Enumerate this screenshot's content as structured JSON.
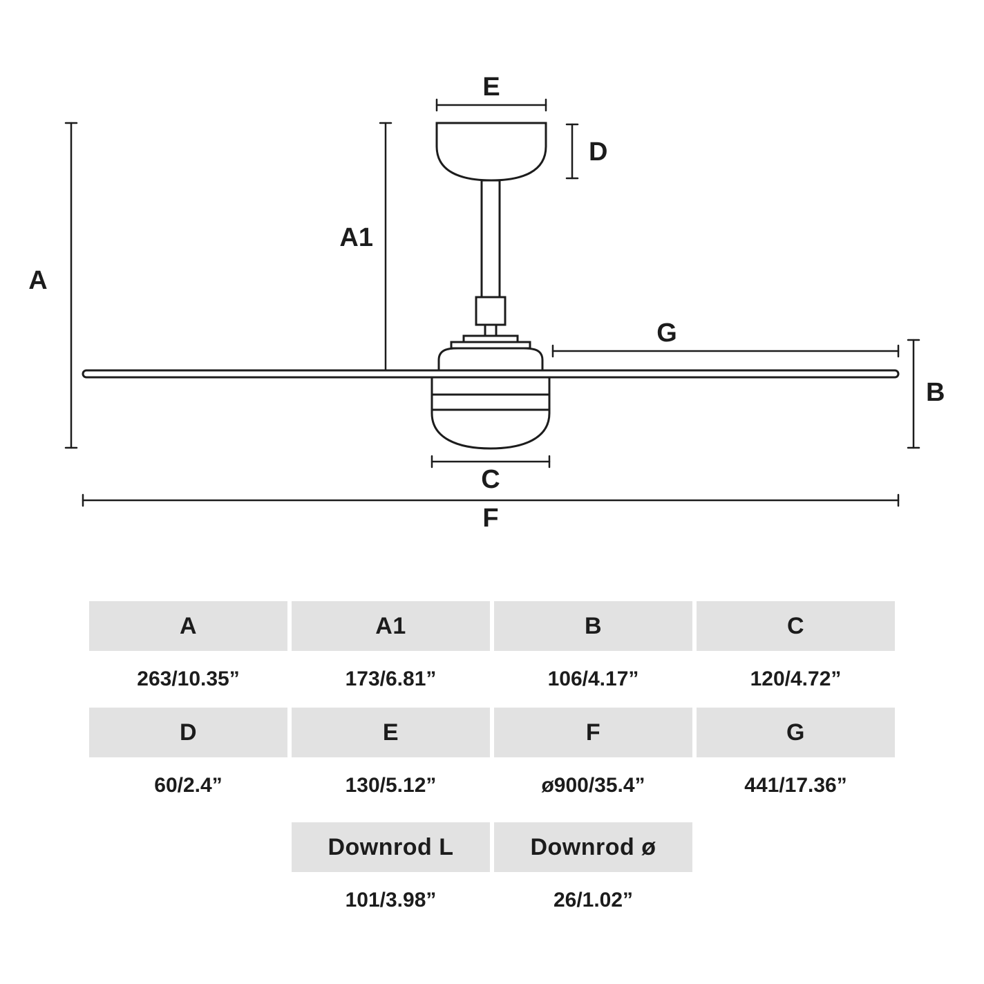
{
  "diagram": {
    "labels": {
      "A": "A",
      "A1": "A1",
      "B": "B",
      "C": "C",
      "D": "D",
      "E": "E",
      "F": "F",
      "G": "G"
    }
  },
  "table": {
    "sections": [
      {
        "headers": [
          "A",
          "A1",
          "B",
          "C"
        ],
        "values": [
          "263/10.35”",
          "173/6.81”",
          "106/4.17”",
          "120/4.72”"
        ]
      },
      {
        "headers": [
          "D",
          "E",
          "F",
          "G"
        ],
        "values": [
          "60/2.4”",
          "130/5.12”",
          "ø900/35.4”",
          "441/17.36”"
        ]
      },
      {
        "headers": [
          "Downrod L",
          "Downrod ø"
        ],
        "values": [
          "101/3.98”",
          "26/1.02”"
        ]
      }
    ]
  }
}
